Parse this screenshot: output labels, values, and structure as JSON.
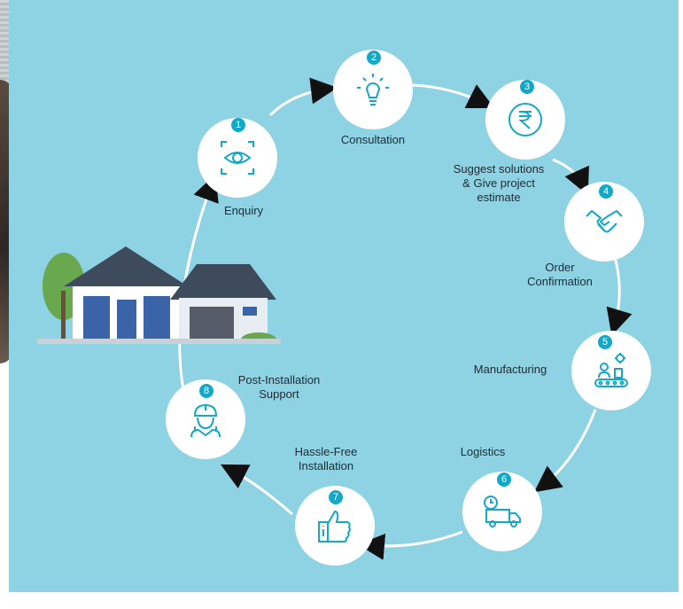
{
  "steps": [
    {
      "num": "1",
      "label": "Enquiry",
      "icon": "eye-scan-icon"
    },
    {
      "num": "2",
      "label": "Consultation",
      "icon": "lightbulb-icon"
    },
    {
      "num": "3",
      "label": "Suggest solutions\n& Give project\nestimate",
      "icon": "rupee-icon"
    },
    {
      "num": "4",
      "label": "Order\nConfirmation",
      "icon": "handshake-icon"
    },
    {
      "num": "5",
      "label": "Manufacturing",
      "icon": "factory-worker-icon"
    },
    {
      "num": "6",
      "label": "Logistics",
      "icon": "delivery-truck-icon"
    },
    {
      "num": "7",
      "label": "Hassle-Free\nInstallation",
      "icon": "thumbs-up-icon"
    },
    {
      "num": "8",
      "label": "Post-Installation\nSupport",
      "icon": "support-technician-icon"
    }
  ],
  "colors": {
    "background": "#8ed3e3",
    "accent": "#11a9c7",
    "circle": "#ffffff",
    "arrow": "#111111"
  }
}
